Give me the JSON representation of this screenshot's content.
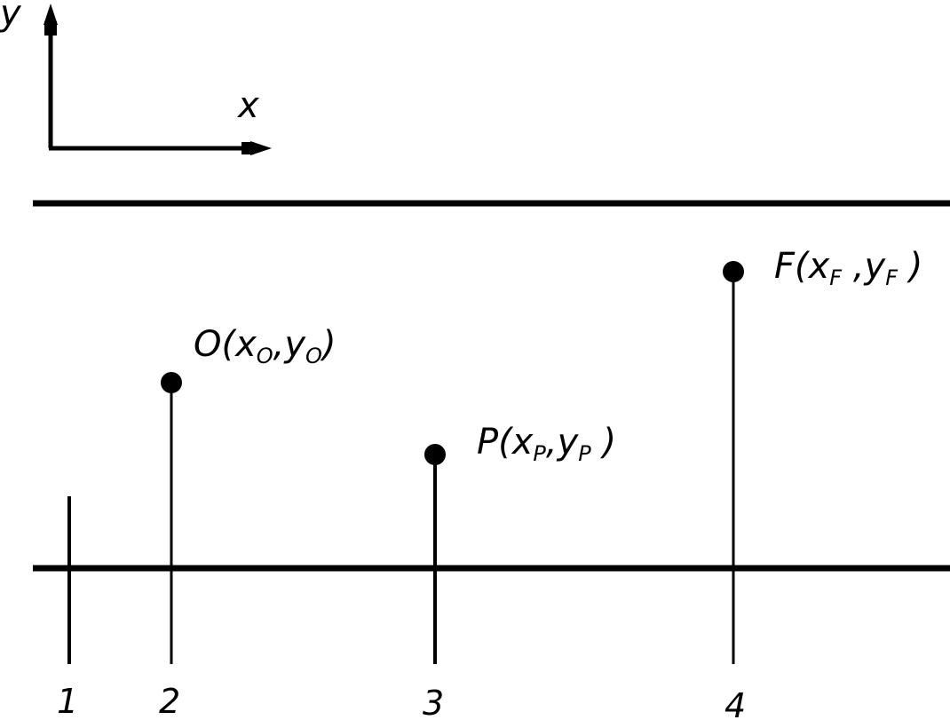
{
  "axes": {
    "x_label": "x",
    "y_label": "y"
  },
  "points": [
    {
      "name": "O",
      "x_sub": "O",
      "y_sub": "O"
    },
    {
      "name": "P",
      "x_sub": "P",
      "y_sub": "P"
    },
    {
      "name": "F",
      "x_sub": "F",
      "y_sub": "F"
    }
  ],
  "line_numbers": [
    "1",
    "2",
    "3",
    "4"
  ],
  "colors": {
    "ink": "#000000",
    "background": "#ffffff"
  }
}
